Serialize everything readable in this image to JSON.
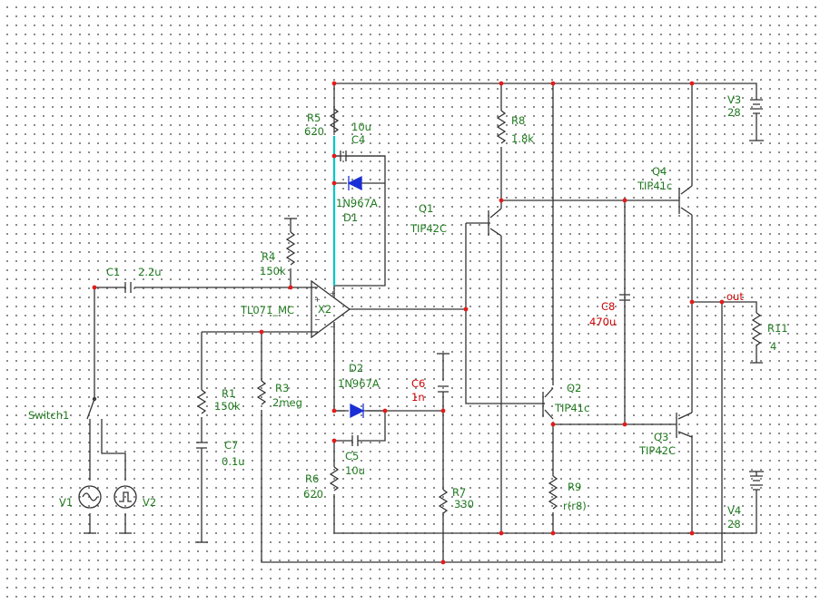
{
  "colors": {
    "wire": "#333333",
    "label": "#1f7a1f",
    "node": "#e41b1b",
    "highlight": "#00c8c8",
    "diode": "#1a2fd6",
    "grid": "#6b6b6b",
    "red_label": "#d10000"
  },
  "labels": {
    "r5_name": "R5",
    "r5_value": "620",
    "c4_value": "10u",
    "c4_name": "C4",
    "d1_part": "1N967A",
    "d1_name": "D1",
    "r8_name": "R8",
    "r8_value": "1.8k",
    "q1_name": "Q1",
    "q1_part": "TIP42C",
    "q4_name": "Q4",
    "q4_part": "TIP41c",
    "v3_name": "V3",
    "v3_value": "28",
    "r4_name": "R4",
    "r4_value": "150k",
    "c1_name": "C1",
    "c1_value": "2.2u",
    "opamp_part": "TL071_MC",
    "opamp_name": "X2",
    "c8_name": "C8",
    "c8_value": "470u",
    "out_label": "out",
    "r11_name": "R11",
    "r11_value": "4",
    "d2_name": "D2",
    "d2_part": "1N967A",
    "c6_name": "C6",
    "c6_value": "1n",
    "q2_name": "Q2",
    "q2_part": "TIP41c",
    "r1_name": "R1",
    "r1_value": "150k",
    "r3_name": "R3",
    "r3_value": "2meg",
    "switch_name": "Switch1",
    "c7_name": "C7",
    "c7_value": "0.1u",
    "q3_name": "Q3",
    "q3_part": "TIP42C",
    "c5_name": "C5",
    "c5_value": "10u",
    "r6_name": "R6",
    "r6_value": "620",
    "r7_name": "R7",
    "r7_value": "330",
    "r9_name": "R9",
    "r9_value": "r(r8)",
    "v4_name": "V4",
    "v4_value": "28",
    "v1_name": "V1",
    "v2_name": "V2"
  }
}
